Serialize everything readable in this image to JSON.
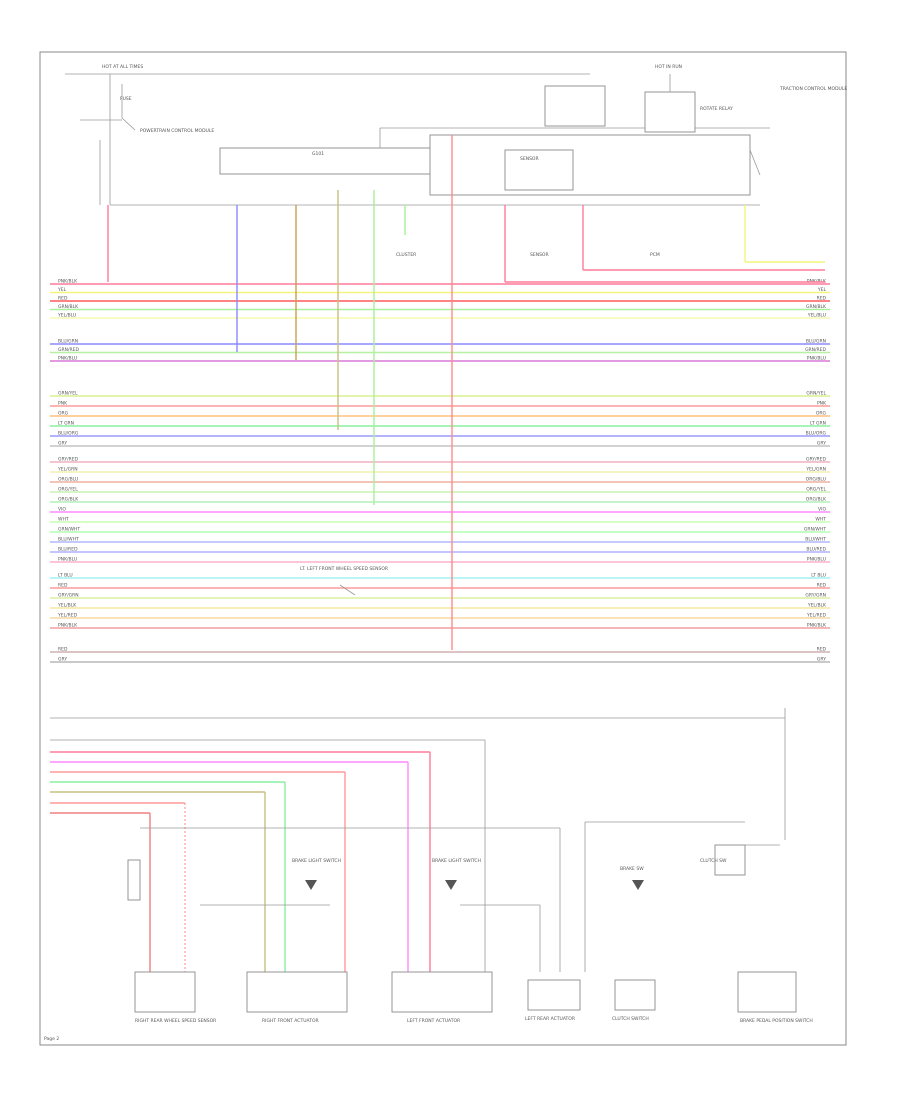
{
  "buses": [
    {
      "label": "PNK/BLK",
      "color": "#ff7a9a"
    },
    {
      "label": "YEL",
      "color": "#f4f47a"
    },
    {
      "label": "RED",
      "color": "#ff5a5a"
    },
    {
      "label": "GRN/BLK",
      "color": "#a9f09a"
    },
    {
      "label": "YEL/BLU",
      "color": "#f8f8b0"
    },
    {
      "label": "BLU/GRN",
      "color": "#8a8aff"
    },
    {
      "label": "GRN/RED",
      "color": "#b6f0a0"
    },
    {
      "label": "PNK/BLU",
      "color": "#d97ad9"
    },
    {
      "label": "GRN/YEL",
      "color": "#d8f08a"
    },
    {
      "label": "PNK",
      "color": "#ff9a9a"
    },
    {
      "label": "ORG",
      "color": "#ffc07a"
    },
    {
      "label": "LT GRN",
      "color": "#8af0a0"
    },
    {
      "label": "BLU/ORG",
      "color": "#9a9aff"
    },
    {
      "label": "GRY",
      "color": "#c4c4c4"
    },
    {
      "label": "GRY/RED",
      "color": "#f0b0c0"
    },
    {
      "label": "YEL/GRN",
      "color": "#f0f0b0"
    },
    {
      "label": "ORG/BLU",
      "color": "#f0b0a0"
    },
    {
      "label": "ORG/YEL",
      "color": "#c8f0b0"
    },
    {
      "label": "ORG/BLK",
      "color": "#b0f0b8"
    },
    {
      "label": "VIO",
      "color": "#ff8aff"
    },
    {
      "label": "WHT",
      "color": "#c8ffb0"
    },
    {
      "label": "GRN/WHT",
      "color": "#b0ffb0"
    },
    {
      "label": "BLU/WHT",
      "color": "#b0b8ff"
    },
    {
      "label": "BLU/RED",
      "color": "#b0b0ff"
    },
    {
      "label": "PNK/BLU",
      "color": "#ffb0c8"
    },
    {
      "label": "LT BLU",
      "color": "#a0f4f4"
    },
    {
      "label": "RED",
      "color": "#ff9a9a"
    },
    {
      "label": "GRY/GRN",
      "color": "#d8f0a0"
    },
    {
      "label": "YEL/BLK",
      "color": "#f8e8a0"
    },
    {
      "label": "YEL/RED",
      "color": "#f8d8a0"
    },
    {
      "label": "PNK/BLK",
      "color": "#f0a0a0"
    },
    {
      "label": "RED",
      "color": "#d0b0b0"
    },
    {
      "label": "GRY",
      "color": "#b8b8b8"
    }
  ],
  "top_labels": {
    "hot_at_all_times_left": "HOT AT ALL TIMES",
    "hot_at_all_times_right": "HOT IN RUN",
    "fuse_left": "FUSE",
    "relay_right": "ROTATE RELAY",
    "module_note": "POWERTRAIN CONTROL MODULE",
    "ground": "G101",
    "cluster": "CLUSTER",
    "sensor_a": "SENSOR",
    "sensor_b": "SENSOR",
    "pcm_block": "PCM",
    "right_note": "TRACTION CONTROL MODULE"
  },
  "mid_note": "LT. LEFT FRONT WHEEL SPEED SENSOR",
  "page_number": "Page 2",
  "bottom_components": [
    "RIGHT REAR WHEEL SPEED SENSOR",
    "RIGHT FRONT ACTUATOR",
    "LEFT FRONT ACTUATOR",
    "LEFT REAR ACTUATOR",
    "CLUTCH SWITCH",
    "BRAKE PEDAL POSITION SWITCH"
  ],
  "bottom_sensors": [
    "BRAKE LIGHT SWITCH",
    "BRAKE LIGHT SWITCH",
    "BRAKE SW",
    "CLUTCH SW"
  ]
}
